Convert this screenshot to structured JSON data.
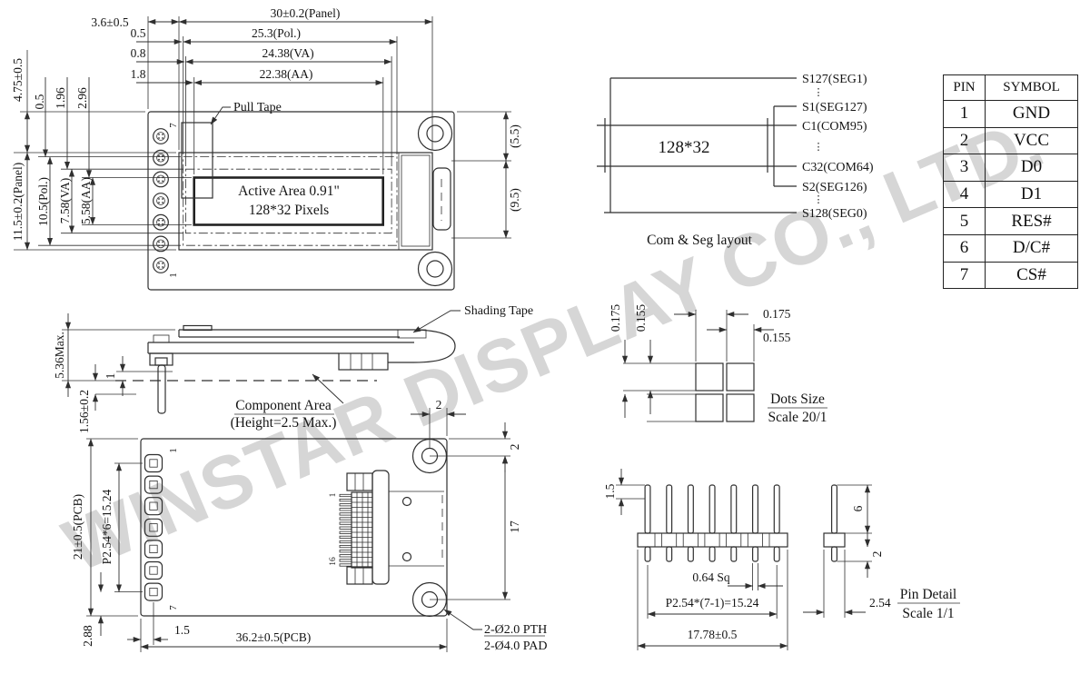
{
  "watermark": "WINSTAR DISPLAY CO., LTD.",
  "front_view": {
    "dim_offset_x": "3.6±0.5",
    "dim_panel_w": "30±0.2(Panel)",
    "dim_pol_off": "0.5",
    "dim_pol_w": "25.3(Pol.)",
    "dim_va_off": "0.8",
    "dim_va_w": "24.38(VA)",
    "dim_aa_off": "1.8",
    "dim_aa_w": "22.38(AA)",
    "dim_top_off": "4.75±0.5",
    "dim_pol_off_v": "0.5",
    "dim_va_off_v": "1.96",
    "dim_aa_off_v": "2.96",
    "dim_panel_h": "11.5±0.2(Panel)",
    "dim_pol_h": "10.5(Pol.)",
    "dim_va_h": "7.58(VA)",
    "dim_aa_h": "5.58(AA)",
    "dim_tab_top": "(5.5)",
    "dim_tab_h": "(9.5)",
    "pull_tape": "Pull Tape",
    "active_area_l1": "Active Area 0.91\"",
    "active_area_l2": "128*32 Pixels",
    "pin7": "7",
    "pin1": "1"
  },
  "com_seg": {
    "matrix": "128*32",
    "sig1": "S127(SEG1)",
    "sig2": "S1(SEG127)",
    "sig3": "C1(COM95)",
    "sig4": "C32(COM64)",
    "sig5": "S2(SEG126)",
    "sig6": "S128(SEG0)",
    "dots": "⋮",
    "caption": "Com & Seg layout"
  },
  "pin_table": {
    "headers": [
      "PIN",
      "SYMBOL"
    ],
    "rows": [
      [
        "1",
        "GND"
      ],
      [
        "2",
        "VCC"
      ],
      [
        "3",
        "D0"
      ],
      [
        "4",
        "D1"
      ],
      [
        "5",
        "RES#"
      ],
      [
        "6",
        "D/C#"
      ],
      [
        "7",
        "CS#"
      ]
    ]
  },
  "side_view": {
    "shading_tape": "Shading Tape",
    "dim_total_h": "5.36Max.",
    "dim_gap": "1",
    "dim_pin_plate": "1.56±0.2",
    "component_area_l1": "Component Area",
    "component_area_l2": "(Height=2.5 Max.)"
  },
  "dots_size": {
    "dim_vpitch": "0.175",
    "dim_vdot": "0.155",
    "dim_hpitch": "0.175",
    "dim_hdot": "0.155",
    "caption_l1": "Dots Size",
    "caption_l2": "Scale 20/1"
  },
  "bottom_view": {
    "dim_pcb_h": "21±0.5(PCB)",
    "dim_pad_pitch": "P2.54*6=15.24",
    "dim_pad_bottom": "2.88",
    "dim_pad_left": "1.5",
    "dim_pcb_w": "36.2±0.5(PCB)",
    "dim_hole_x": "2",
    "dim_hole_y": "2",
    "dim_hole_span": "17",
    "pad1": "1",
    "pad7": "7",
    "conn_pin1": "1",
    "conn_pin16": "16",
    "callout_l1": "2-Ø2.0 PTH",
    "callout_l2": "2-Ø4.0 PAD"
  },
  "pin_detail": {
    "dim_tip": "1.5",
    "dim_sq": "0.64 Sq",
    "dim_pitch": "P2.54*(7-1)=15.24",
    "dim_total": "17.78±0.5",
    "dim_up": "6",
    "dim_down": "2",
    "dim_w": "2.54",
    "caption_l1": "Pin Detail",
    "caption_l2": "Scale 1/1"
  }
}
